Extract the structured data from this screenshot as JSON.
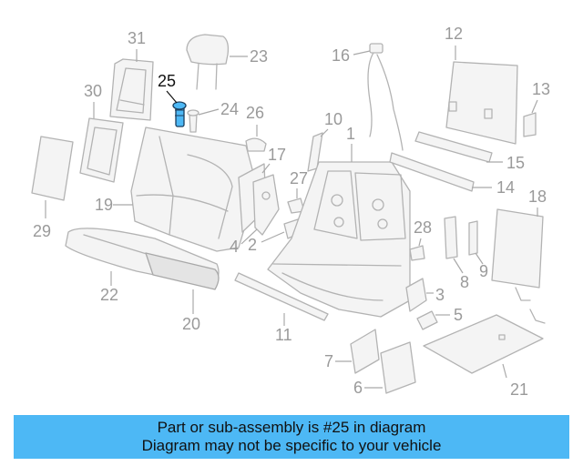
{
  "diagram": {
    "highlight_part": "25",
    "highlight_color": "#4db8f5",
    "labels": {
      "l1": "1",
      "l2": "2",
      "l3": "3",
      "l4": "4",
      "l5": "5",
      "l6": "6",
      "l7": "7",
      "l8": "8",
      "l9": "9",
      "l10": "10",
      "l11": "11",
      "l12": "12",
      "l13": "13",
      "l14": "14",
      "l15": "15",
      "l16": "16",
      "l17": "17",
      "l18": "18",
      "l19": "19",
      "l20": "20",
      "l21": "21",
      "l22": "22",
      "l23": "23",
      "l24": "24",
      "l25": "25",
      "l26": "26",
      "l27": "27",
      "l28": "28",
      "l29": "29",
      "l30": "30",
      "l31": "31"
    }
  },
  "banner": {
    "line1": "Part or sub-assembly is #25 in diagram",
    "line2": "Diagram may not be specific to your vehicle",
    "background": "#4db8f5"
  }
}
